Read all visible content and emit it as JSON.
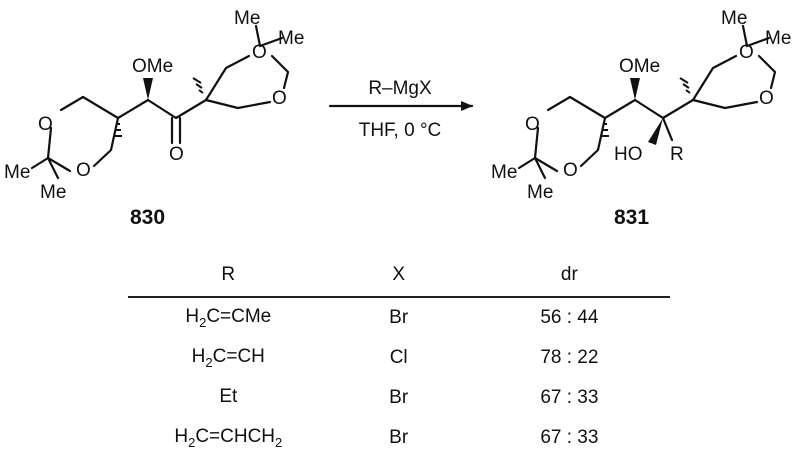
{
  "scheme": {
    "reactant": {
      "label": "830",
      "atoms": {
        "ome": "OMe",
        "o_ring_left_top": "O",
        "o_ring_left_bottom": "O",
        "o_ketone": "O",
        "o_ring_right_top": "O",
        "o_ring_right_bottom": "O",
        "me1": "Me",
        "me2": "Me",
        "me3": "Me",
        "me4": "Me"
      }
    },
    "product": {
      "label": "831",
      "atoms": {
        "ome": "OMe",
        "o_ring_left_top": "O",
        "o_ring_left_bottom": "O",
        "ho": "HO",
        "r": "R",
        "o_ring_right_top": "O",
        "o_ring_right_bottom": "O",
        "me1": "Me",
        "me2": "Me",
        "me3": "Me",
        "me4": "Me"
      }
    },
    "arrow": {
      "reagent": "R–MgX",
      "conditions": "THF, 0 °C"
    }
  },
  "table": {
    "headers": [
      "R",
      "X",
      "dr"
    ],
    "rows": [
      {
        "r_main": "H",
        "r_sub1": "2",
        "r_rest": "C=CMe",
        "r_sub2": "",
        "x": "Br",
        "dr": "56 : 44"
      },
      {
        "r_main": "H",
        "r_sub1": "2",
        "r_rest": "C=CH",
        "r_sub2": "",
        "x": "Cl",
        "dr": "78 : 22"
      },
      {
        "r_main": "Et",
        "r_sub1": "",
        "r_rest": "",
        "r_sub2": "",
        "x": "Br",
        "dr": "67 : 33"
      },
      {
        "r_main": "H",
        "r_sub1": "2",
        "r_rest": "C=CHCH",
        "r_sub2": "2",
        "x": "Br",
        "dr": "67 : 33"
      }
    ]
  }
}
